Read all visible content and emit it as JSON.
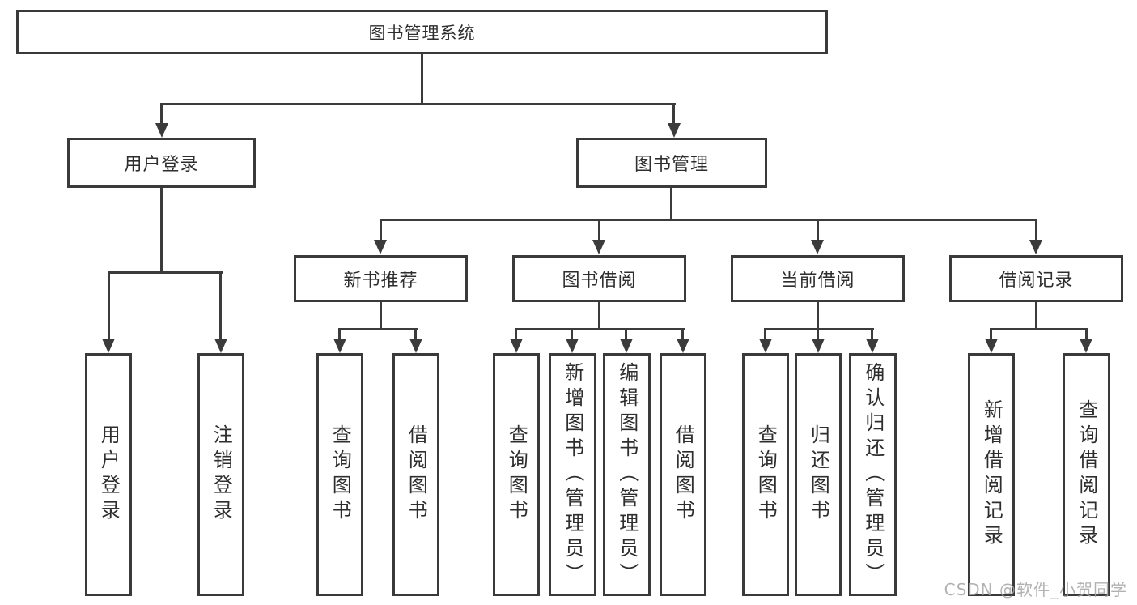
{
  "tree": {
    "label": "图书管理系统",
    "children": [
      {
        "label": "用户登录",
        "children": [
          {
            "label": "用户登录"
          },
          {
            "label": "注销登录"
          }
        ]
      },
      {
        "label": "图书管理",
        "children": [
          {
            "label": "新书推荐",
            "children": [
              {
                "label": "查询图书"
              },
              {
                "label": "借阅图书"
              }
            ]
          },
          {
            "label": "图书借阅",
            "children": [
              {
                "label": "查询图书"
              },
              {
                "label": "新增图书（管理员）"
              },
              {
                "label": "编辑图书（管理员）"
              },
              {
                "label": "借阅图书"
              }
            ]
          },
          {
            "label": "当前借阅",
            "children": [
              {
                "label": "查询图书"
              },
              {
                "label": "归还图书"
              },
              {
                "label": "确认归还（管理员）"
              }
            ]
          },
          {
            "label": "借阅记录",
            "children": [
              {
                "label": "新增借阅记录"
              },
              {
                "label": "查询借阅记录"
              }
            ]
          }
        ]
      }
    ]
  },
  "watermark": {
    "text": "CSDN @软件_小贺同学"
  },
  "colors": {
    "line": "#3b3b3b",
    "text": "#2e2e2e",
    "background": "#ffffff",
    "watermark": "#a4a4a4"
  }
}
